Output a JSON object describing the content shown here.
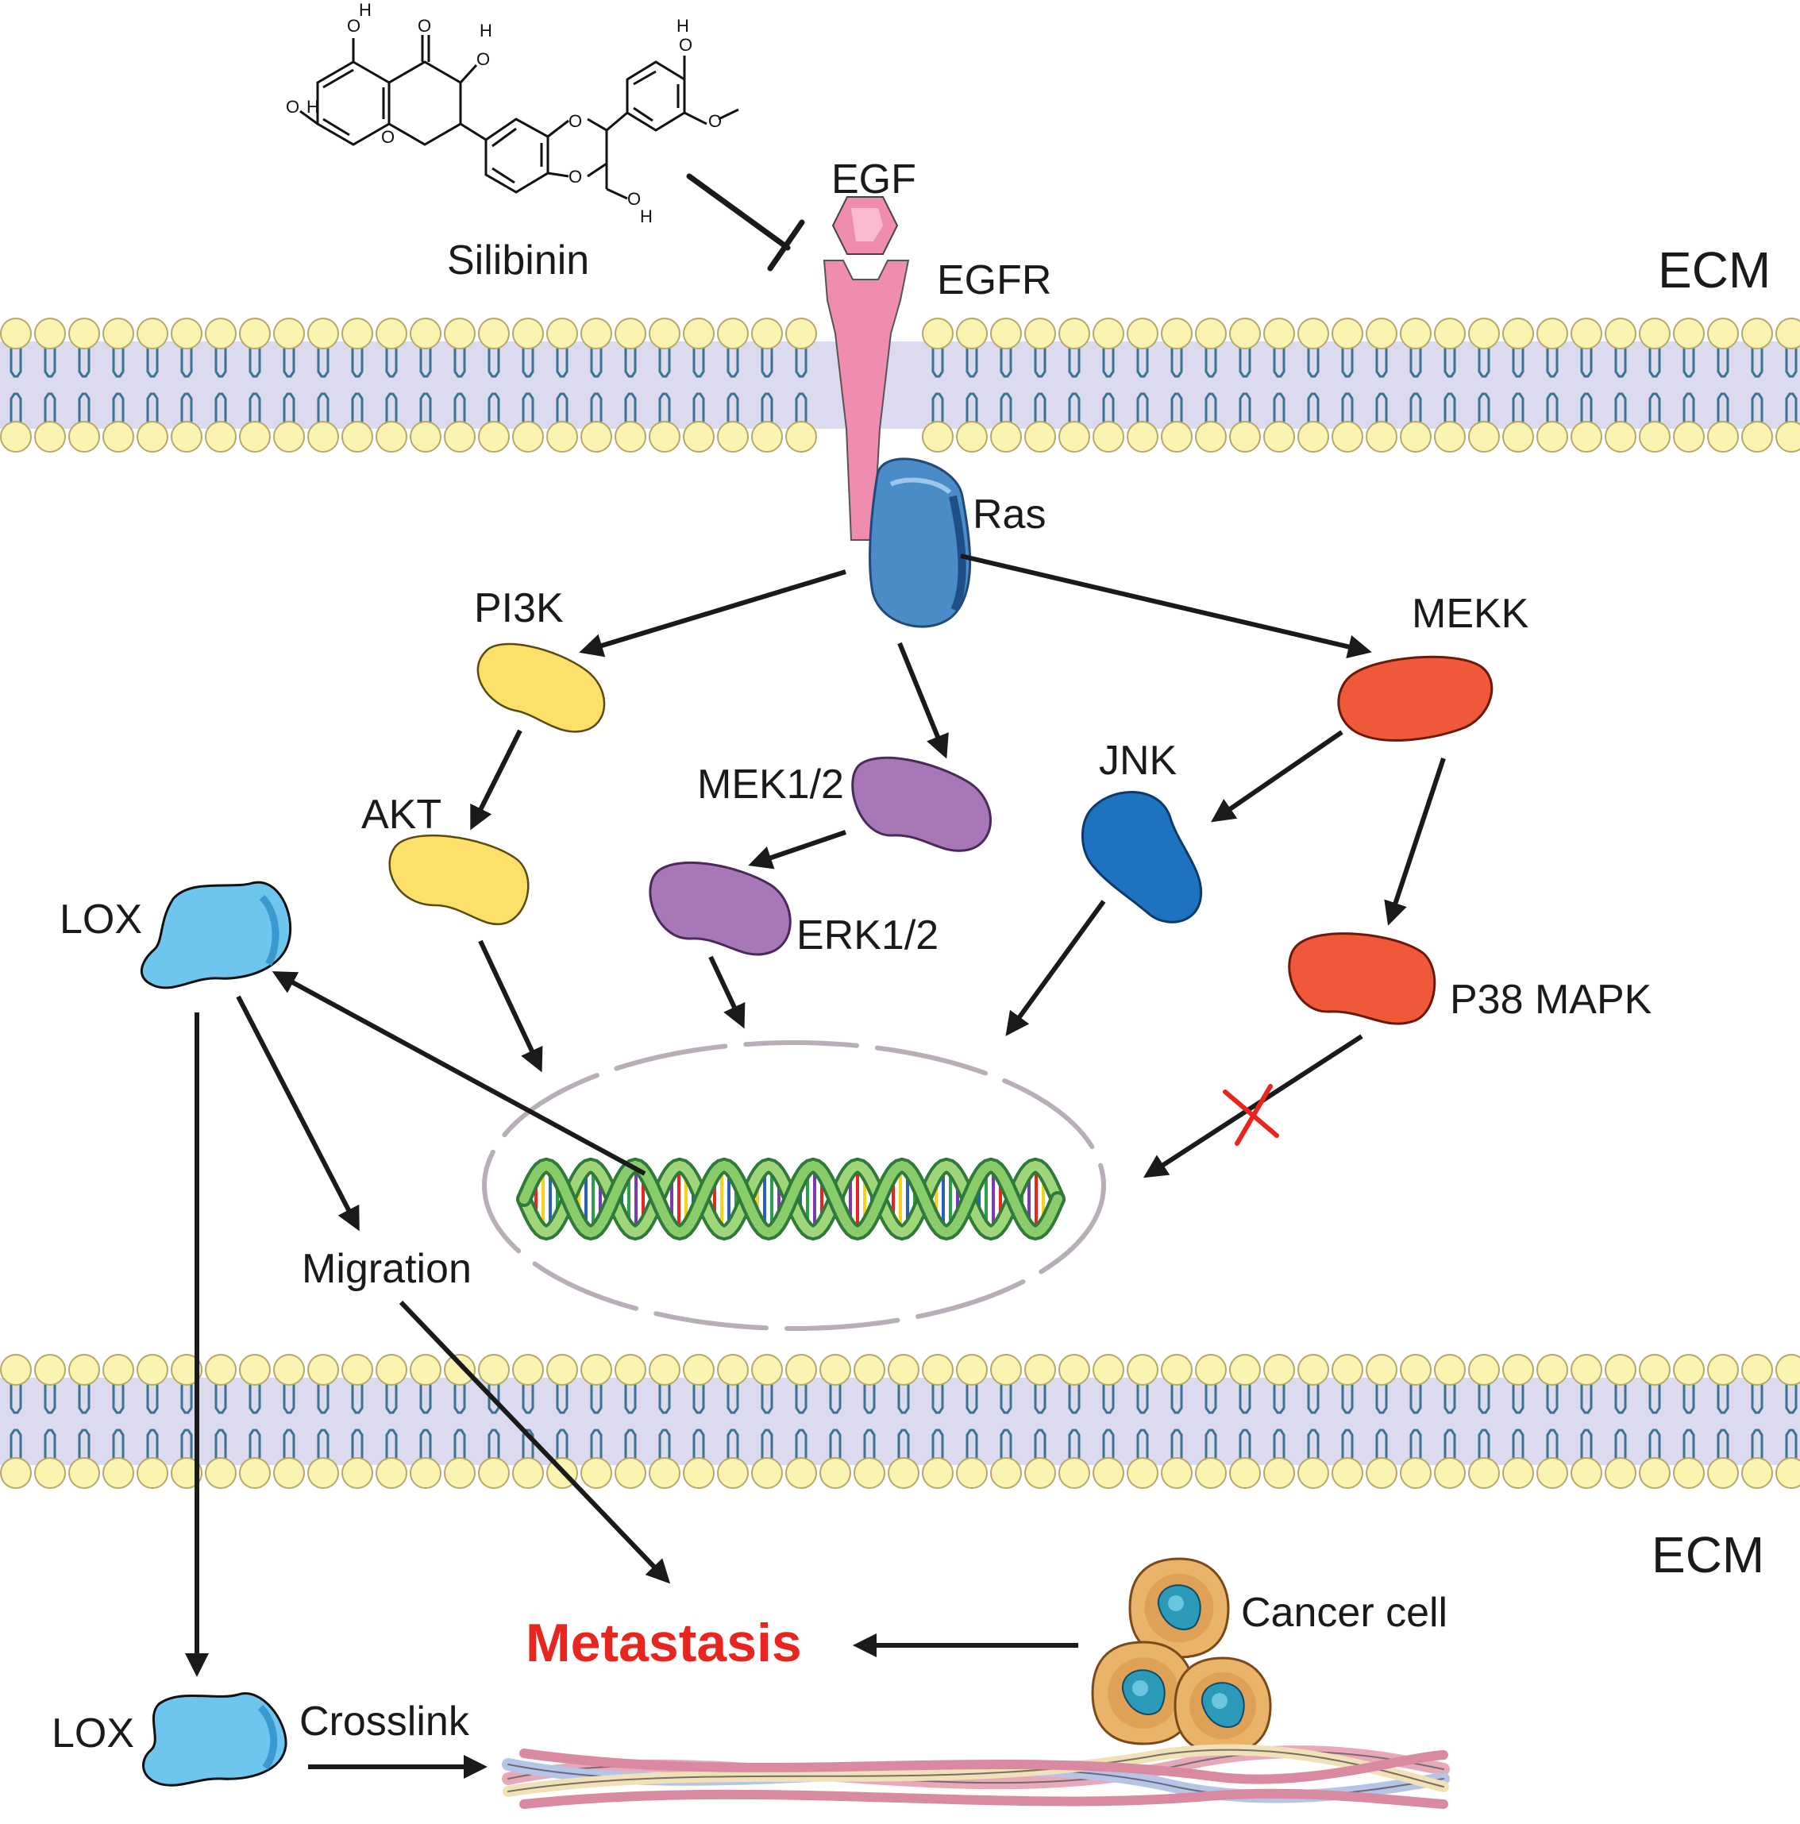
{
  "labels": {
    "silibinin": "Silibinin",
    "egf": "EGF",
    "egfr": "EGFR",
    "ecm_top": "ECM",
    "ecm_bottom": "ECM",
    "ras": "Ras",
    "pi3k": "PI3K",
    "mekk": "MEKK",
    "akt": "AKT",
    "mek12": "MEK1/2",
    "erk12": "ERK1/2",
    "jnk": "JNK",
    "p38": "P38 MAPK",
    "lox_top": "LOX",
    "lox_bottom": "LOX",
    "migration": "Migration",
    "metastasis": "Metastasis",
    "cancer_cell": "Cancer cell",
    "crosslink": "Crosslink"
  },
  "molecule_atoms": {
    "h": "H",
    "o": "O"
  },
  "colors": {
    "egfr_pink": "#f08cb0",
    "ras_blue": "#4a8cc8",
    "pi3k_akt_yellow": "#fde06a",
    "mek_erk_purple": "#a877b8",
    "mekk_p38_red": "#f0583a",
    "jnk_blue": "#1f72bf",
    "lox_light_blue": "#6ec6ee",
    "metastasis_red": "#e8251f",
    "membrane_head": "#fbf3b0",
    "membrane_band": "#cfcde8",
    "block_mark": "#e8251f"
  },
  "icons": {
    "inhibition": "inhibition-bar-icon",
    "blocked": "red-x-icon"
  }
}
